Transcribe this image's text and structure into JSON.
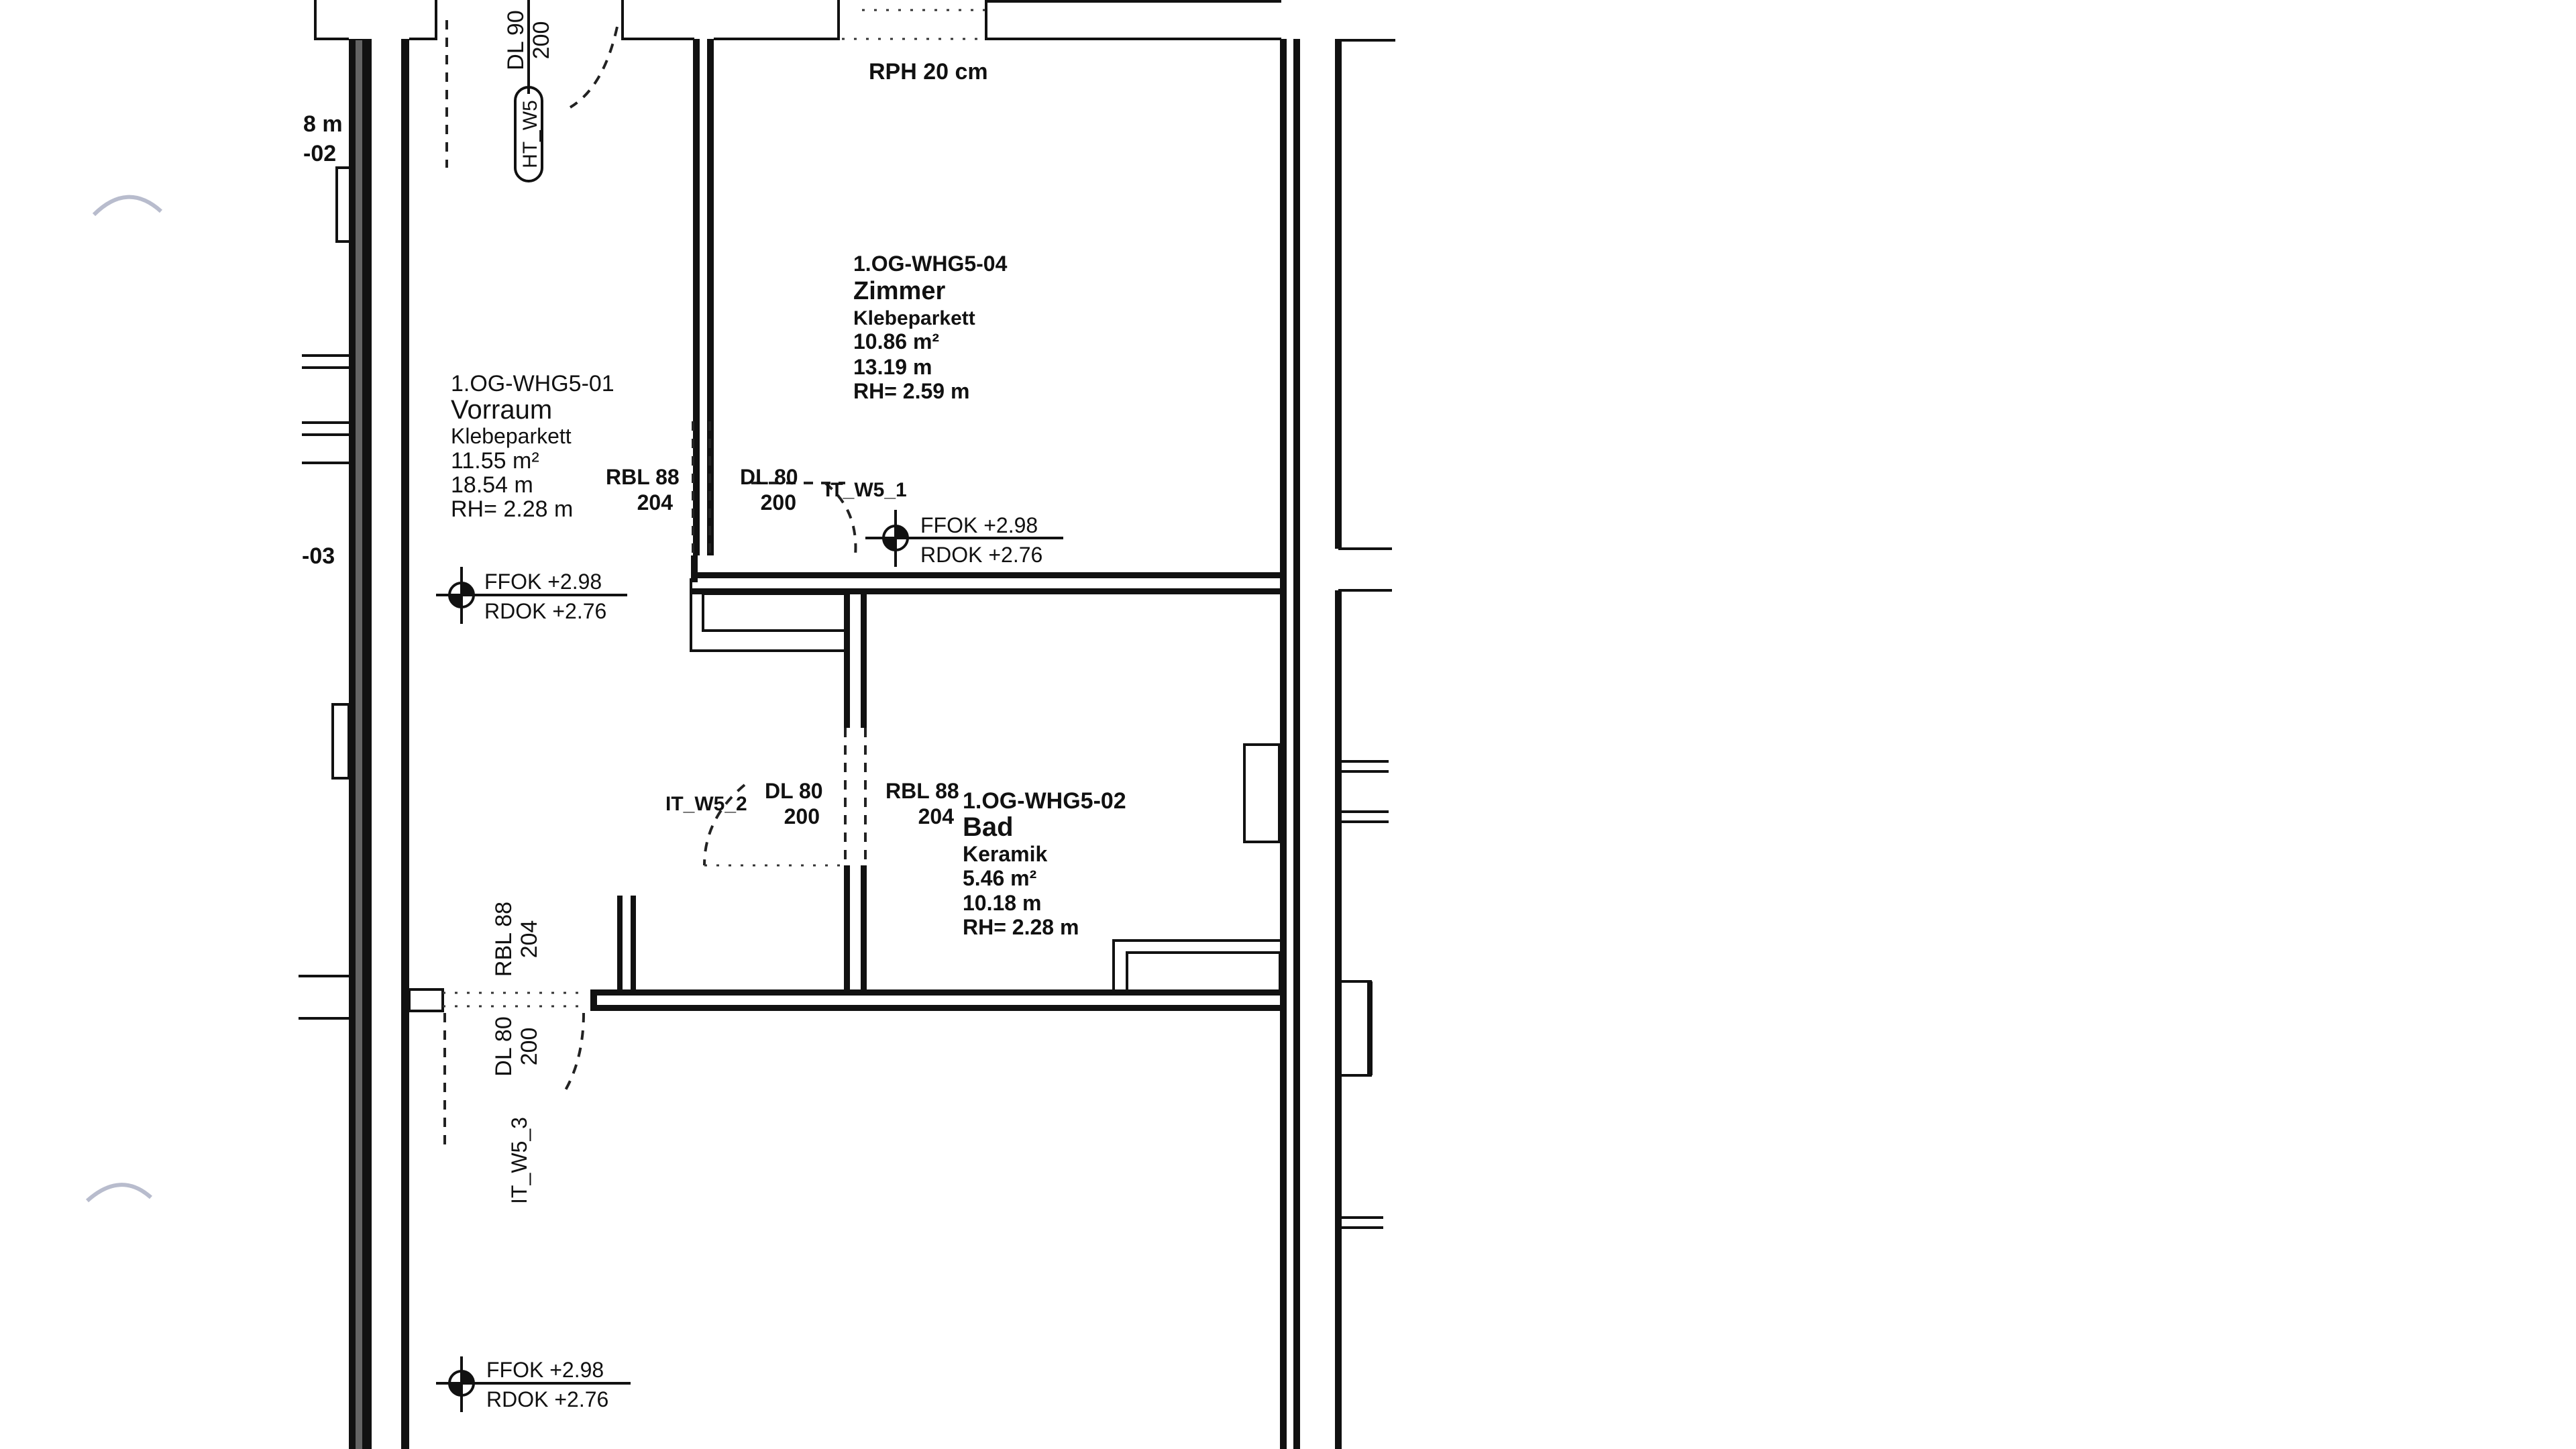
{
  "plan": {
    "title": "1.OG WHG5 floor plan excerpt",
    "rooms": [
      {
        "id": "1.OG-WHG5-04",
        "name": "Zimmer",
        "floor": "Klebeparkett",
        "area": "10.86 m²",
        "perimeter": "13.19 m",
        "height": "RH= 2.59 m"
      },
      {
        "id": "1.OG-WHG5-01",
        "name": "Vorraum",
        "floor": "Klebeparkett",
        "area": "11.55 m²",
        "perimeter": "18.54 m",
        "height": "RH= 2.28 m"
      },
      {
        "id": "1.OG-WHG5-02",
        "name": "Bad",
        "floor": "Keramik",
        "area": "5.46 m²",
        "perimeter": "10.18 m",
        "height": "RH= 2.28 m"
      }
    ],
    "notes": {
      "rph": "RPH 20 cm",
      "left_edge_1": "8 m",
      "left_edge_2": "-02",
      "left_edge_3": "-03"
    },
    "doors": [
      {
        "tag": "HT_W5",
        "dl": "DL 90",
        "dl_h": "200"
      },
      {
        "tag": "IT_W5_1",
        "dl": "DL 80",
        "dl_h": "200",
        "rbl": "RBL 88",
        "rbl_h": "204"
      },
      {
        "tag": "IT_W5_2",
        "dl": "DL 80",
        "dl_h": "200",
        "rbl": "RBL 88",
        "rbl_h": "204"
      },
      {
        "tag": "IT_W5_3",
        "dl": "DL 80",
        "dl_h": "200",
        "rbl": "RBL 88",
        "rbl_h": "204"
      }
    ],
    "levels": [
      {
        "ffok": "FFOK +2.98",
        "rdok": "RDOK +2.76"
      },
      {
        "ffok": "FFOK +2.98",
        "rdok": "RDOK +2.76"
      },
      {
        "ffok": "FFOK +2.98",
        "rdok": "RDOK +2.76"
      }
    ]
  }
}
